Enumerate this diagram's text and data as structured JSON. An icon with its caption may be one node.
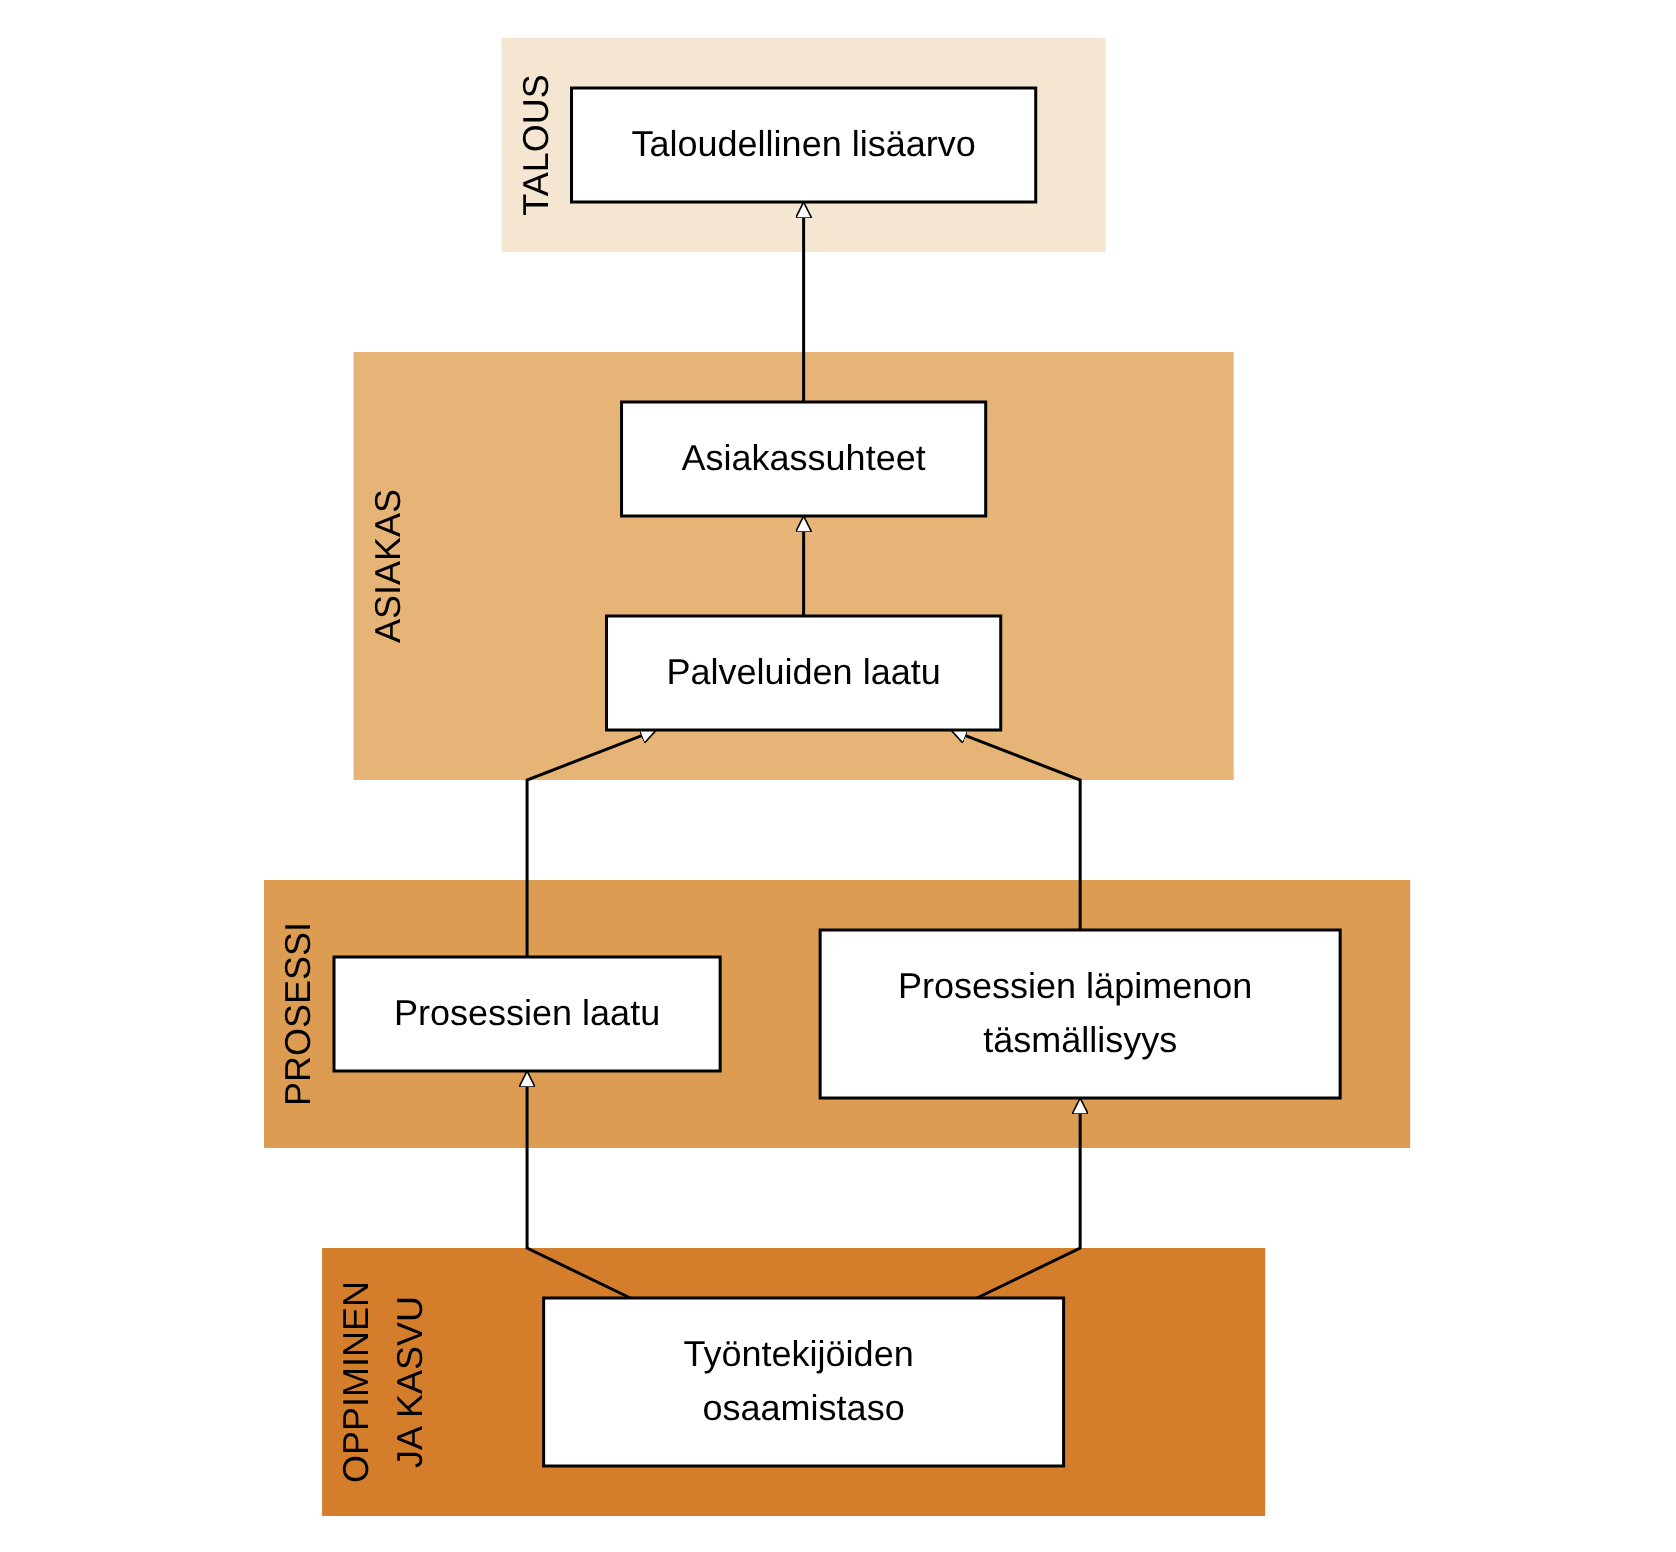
{
  "diagram": {
    "nodes": [
      {
        "text": [
          "TALOUS"
        ]
      },
      {
        "text": [
          "Taloudellinen lisäarvo"
        ],
        "in": 0
      },
      {
        "text": [
          "ASIAKAS"
        ]
      },
      {
        "text": [
          "Asiakassuhteet"
        ],
        "in": 2
      },
      {
        "text": [
          "Palveluiden laatu"
        ],
        "in": 2
      },
      {
        "text": [
          "PROSESSI"
        ]
      },
      {
        "text": [
          "Prosessien laatu"
        ],
        "in": 5
      },
      {
        "text": [
          "Prosessien läpimenon täsmällisyys"
        ],
        "in": 5
      },
      {
        "text": [
          "OPPIMINEN JA KASVU"
        ]
      },
      {
        "text": [
          "Työntekijöiden osaamistaso"
        ],
        "in": 8
      }
    ],
    "edges": [
      {
        "from": 3,
        "to": 1,
        "arrow": "to"
      },
      {
        "from": 4,
        "to": 3,
        "arrow": "to"
      },
      {
        "from": 6,
        "to": 4,
        "arrow": "to"
      },
      {
        "from": 7,
        "to": 4,
        "arrow": "to"
      },
      {
        "from": 9,
        "to": 6,
        "arrow": "to"
      },
      {
        "from": 9,
        "to": 7,
        "arrow": "to"
      }
    ]
  }
}
